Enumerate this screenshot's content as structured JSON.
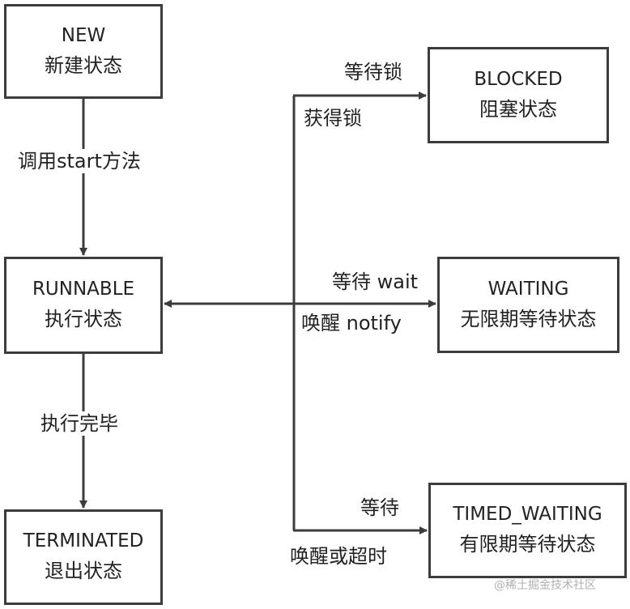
{
  "states": {
    "new": {
      "name": "NEW",
      "desc": "新建状态"
    },
    "runnable": {
      "name": "RUNNABLE",
      "desc": "执行状态"
    },
    "terminated": {
      "name": "TERMINATED",
      "desc": "退出状态"
    },
    "blocked": {
      "name": "BLOCKED",
      "desc": "阻塞状态"
    },
    "waiting": {
      "name": "WAITING",
      "desc": "无限期等待状态"
    },
    "timed_waiting": {
      "name": "TIMED_WAITING",
      "desc": "有限期等待状态"
    }
  },
  "transitions": {
    "call_start": "调用start方法",
    "execution_done": "执行完毕",
    "wait_lock": "等待锁",
    "acquire_lock": "获得锁",
    "wait": "等待 wait",
    "notify": "唤醒 notify",
    "timed_wait": "等待",
    "wake_or_timeout": "唤醒或超时"
  },
  "watermark": "@稀土掘金技术社区",
  "colors": {
    "line": "#3c3c3c",
    "border": "#3c3c3c",
    "text": "#222222"
  }
}
